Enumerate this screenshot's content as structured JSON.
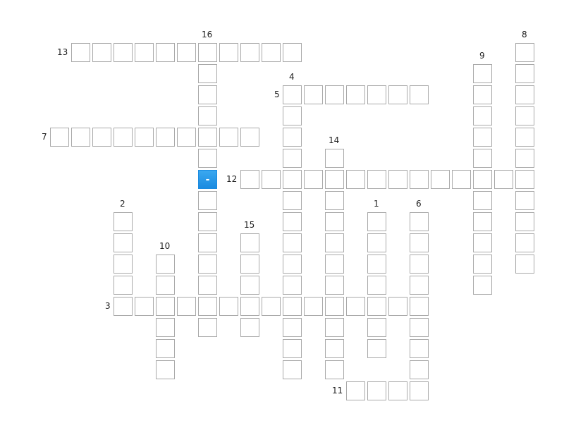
{
  "colors": {
    "cell_border": "#a9a9a9",
    "active_cell": "#2196e8"
  },
  "active_cell": {
    "row": 6,
    "col": 7,
    "text": "-"
  },
  "words": [
    {
      "number": "1",
      "direction": "down",
      "row": 8,
      "col": 15,
      "length": 7
    },
    {
      "number": "2",
      "direction": "down",
      "row": 8,
      "col": 3,
      "length": 5
    },
    {
      "number": "3",
      "direction": "across",
      "row": 12,
      "col": 3,
      "length": 15
    },
    {
      "number": "4",
      "direction": "down",
      "row": 2,
      "col": 11,
      "length": 14
    },
    {
      "number": "5",
      "direction": "across",
      "row": 2,
      "col": 11,
      "length": 7
    },
    {
      "number": "6",
      "direction": "down",
      "row": 8,
      "col": 17,
      "length": 9
    },
    {
      "number": "7",
      "direction": "across",
      "row": 4,
      "col": 0,
      "length": 10
    },
    {
      "number": "8",
      "direction": "down",
      "row": 0,
      "col": 22,
      "length": 11
    },
    {
      "number": "9",
      "direction": "down",
      "row": 1,
      "col": 20,
      "length": 11
    },
    {
      "number": "10",
      "direction": "down",
      "row": 10,
      "col": 5,
      "length": 6
    },
    {
      "number": "11",
      "direction": "across",
      "row": 16,
      "col": 14,
      "length": 4
    },
    {
      "number": "12",
      "direction": "across",
      "row": 6,
      "col": 9,
      "length": 14
    },
    {
      "number": "13",
      "direction": "across",
      "row": 0,
      "col": 1,
      "length": 11
    },
    {
      "number": "14",
      "direction": "down",
      "row": 5,
      "col": 13,
      "length": 11
    },
    {
      "number": "15",
      "direction": "down",
      "row": 9,
      "col": 9,
      "length": 5
    },
    {
      "number": "16",
      "direction": "down",
      "row": 0,
      "col": 7,
      "length": 14
    }
  ]
}
